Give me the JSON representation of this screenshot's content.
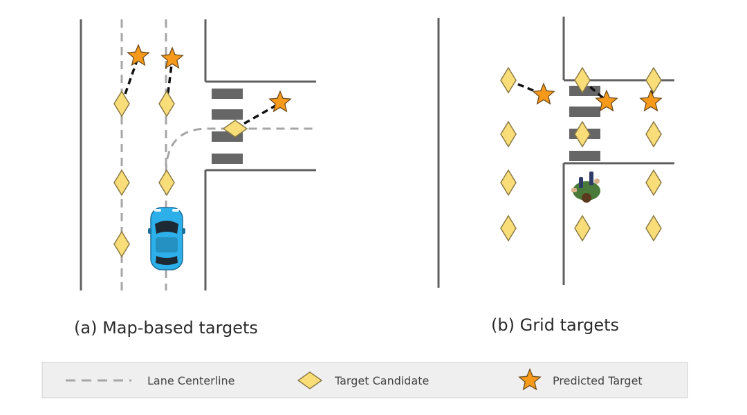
{
  "panels": {
    "a": {
      "caption": "(a) Map-based targets"
    },
    "b": {
      "caption": "(b) Grid targets"
    }
  },
  "legend": {
    "lane_centerline": "Lane Centerline",
    "target_candidate": "Target Candidate",
    "predicted_target": "Predicted Target"
  },
  "colors": {
    "road_line": "#5f5f5f",
    "lane_centerline": "#a6a6a6",
    "crosswalk": "#666666",
    "candidate_fill": "#f9dd78",
    "candidate_stroke": "#8a7a45",
    "predicted_fill": "#f79a1c",
    "predicted_stroke": "#6b4a1a",
    "vehicle": "#2db0ea",
    "pedestrian": "#4a7a3a",
    "legend_background": "#efefef"
  }
}
